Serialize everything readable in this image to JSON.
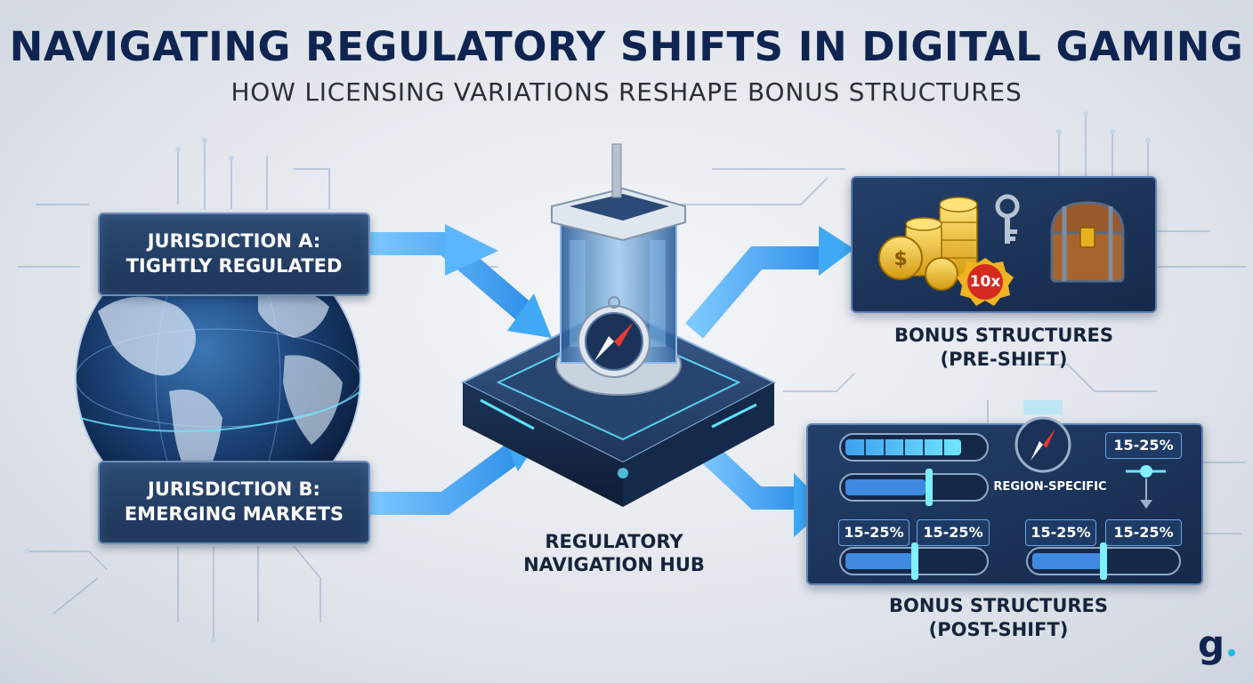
{
  "title": "NAVIGATING REGULATORY SHIFTS IN DIGITAL GAMING",
  "subtitle": "HOW LICENSING VARIATIONS RESHAPE BONUS STRUCTURES",
  "jurisdiction_a": {
    "line1": "JURISDICTION A:",
    "line2": "TIGHTLY REGULATED"
  },
  "jurisdiction_b": {
    "line1": "JURISDICTION B:",
    "line2": "EMERGING MARKETS"
  },
  "hub": {
    "line1": "REGULATORY",
    "line2": "NAVIGATION HUB"
  },
  "pre_shift": {
    "line1": "BONUS STRUCTURES",
    "line2": "(PRE-SHIFT)",
    "badge": "10x",
    "icons": [
      "gold-coins-icon",
      "key-icon",
      "multiplier-badge-icon",
      "treasure-chest-icon"
    ]
  },
  "post_shift": {
    "line1": "BONUS STRUCTURES",
    "line2": "(POST-SHIFT)",
    "region_label": "REGION-SPECIFIC",
    "ranges": [
      "15-25%",
      "15-25%",
      "15-25%",
      "15-25%",
      "15-25%"
    ]
  },
  "logo": "g",
  "colors": {
    "navy": "#0f2450",
    "arrow_blue": "#3fa9f5",
    "panel_blue": "#1d3558",
    "glow_cyan": "#5ee0ff",
    "gold": "#e8b020",
    "badge_red": "#d42a20"
  }
}
